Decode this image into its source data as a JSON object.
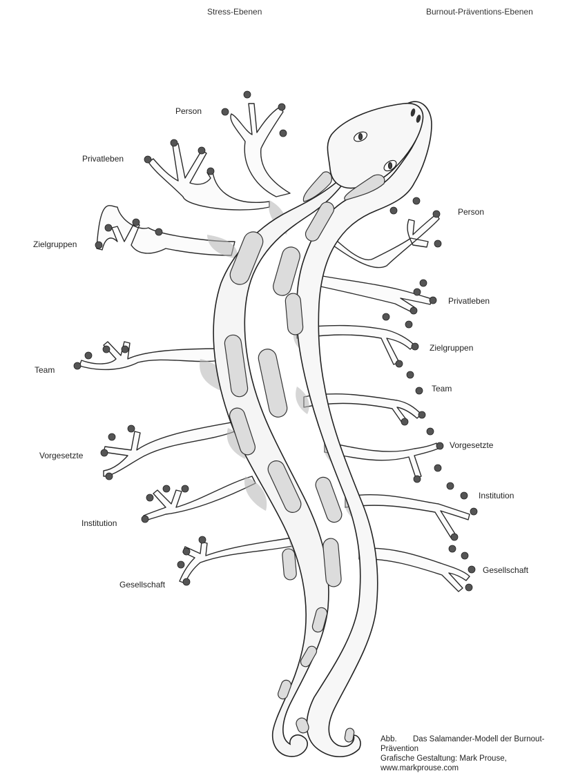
{
  "headers": {
    "stress_levels": "Stress-Ebenen",
    "prevention_levels": "Burnout-Präventions-Ebenen"
  },
  "stress_labels": [
    "Person",
    "Privatleben",
    "Zielgruppen",
    "Team",
    "Vorgesetzte",
    "Institution",
    "Gesellschaft"
  ],
  "prevention_labels": [
    "Person",
    "Privatleben",
    "Zielgruppen",
    "Team",
    "Vorgesetzte",
    "Institution",
    "Gesellschaft"
  ],
  "caption": {
    "prefix": "Abb.",
    "title": "Das Salamander-Modell der Burnout-Prävention",
    "credit": "Grafische Gestaltung: Mark Prouse,",
    "url": "www.markprouse.com"
  }
}
